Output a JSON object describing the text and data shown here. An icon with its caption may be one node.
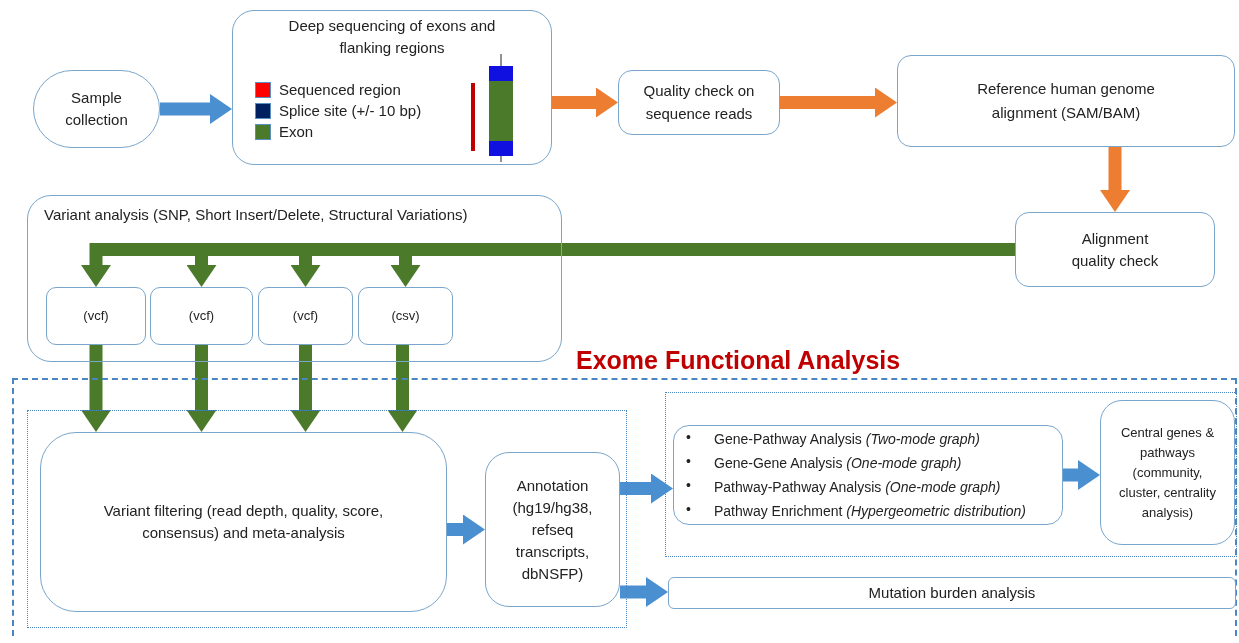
{
  "diagram": {
    "nodes": [
      {
        "text": [
          "Sample collection"
        ]
      },
      {
        "text": [
          "Deep sequencing of exons and flanking regions"
        ]
      },
      {
        "text": [
          "Quality check on sequence reads"
        ]
      },
      {
        "text": [
          "Reference human genome alignment (SAM/BAM)"
        ]
      },
      {
        "text": [
          "Alignment quality check"
        ]
      },
      {
        "text": [
          "Variant analysis (SNP, Short Insert/Delete, Structural Variations)"
        ]
      },
      {
        "text": [
          "(vcf)"
        ],
        "in": 5
      },
      {
        "text": [
          "(vcf)"
        ],
        "in": 5
      },
      {
        "text": [
          "(vcf)"
        ],
        "in": 5
      },
      {
        "text": [
          "(csv)"
        ],
        "in": 5
      },
      {
        "text": [
          "Exome Functional Analysis"
        ]
      },
      {
        "text": [],
        "shape": "box",
        "in": 10
      },
      {
        "text": [
          "Variant filtering (read depth, quality, score, consensus) and meta-analysis"
        ],
        "in": 11
      },
      {
        "text": [
          "Annotation (hg19/hg38, refseq transcripts, dbNSFP)"
        ],
        "in": 11
      },
      {
        "text": [],
        "shape": "box",
        "in": 10
      },
      {
        "text": [
          "Gene-Pathway Analysis *(Two-mode graph)*",
          "Gene-Gene Analysis *(One-mode graph)*",
          "Pathway-Pathway Analysis *(One-mode graph)*",
          "Pathway Enrichment *(Hypergeometric distribution)*"
        ],
        "in": 14
      },
      {
        "text": [
          "Central genes & pathways (community, cluster, centrality analysis)"
        ],
        "in": 14
      },
      {
        "text": [
          "Mutation burden analysis"
        ],
        "in": 10
      }
    ],
    "edges": [
      {
        "from": 0,
        "to": 1,
        "arrow": "to",
        "color": "#4a90d0"
      },
      {
        "from": 1,
        "to": 2,
        "arrow": "to",
        "color": "#ed7d31"
      },
      {
        "from": 2,
        "to": 3,
        "arrow": "to",
        "color": "#ed7d31"
      },
      {
        "from": 3,
        "to": 4,
        "arrow": "to",
        "color": "#ed7d31"
      },
      {
        "from": 4,
        "to": 6,
        "arrow": "to"
      },
      {
        "from": 4,
        "to": 7,
        "arrow": "to"
      },
      {
        "from": 4,
        "to": 8,
        "arrow": "to"
      },
      {
        "from": 4,
        "to": 9,
        "arrow": "to"
      },
      {
        "from": 6,
        "to": 12,
        "arrow": "to"
      },
      {
        "from": 7,
        "to": 12,
        "arrow": "to"
      },
      {
        "from": 8,
        "to": 12,
        "arrow": "to"
      },
      {
        "from": 9,
        "to": 12,
        "arrow": "to"
      },
      {
        "from": 12,
        "to": 13,
        "arrow": "to",
        "color": "#4a90d0"
      },
      {
        "from": 13,
        "to": 15,
        "arrow": "to",
        "color": "#4a90d0"
      },
      {
        "from": 13,
        "to": 17,
        "arrow": "to",
        "color": "#4a90d0"
      },
      {
        "from": 15,
        "to": 16,
        "arrow": "to",
        "color": "#4a90d0"
      }
    ],
    "labels": [
      "•",
      "•",
      "•",
      "•"
    ],
    "legend": [
      {
        "text": "Sequenced region",
        "color": "#ff0000"
      },
      {
        "text": "Splice site (+/- 10 bp)",
        "color": "#002060"
      },
      {
        "text": "Exon",
        "color": "#4b7a2b"
      }
    ]
  }
}
